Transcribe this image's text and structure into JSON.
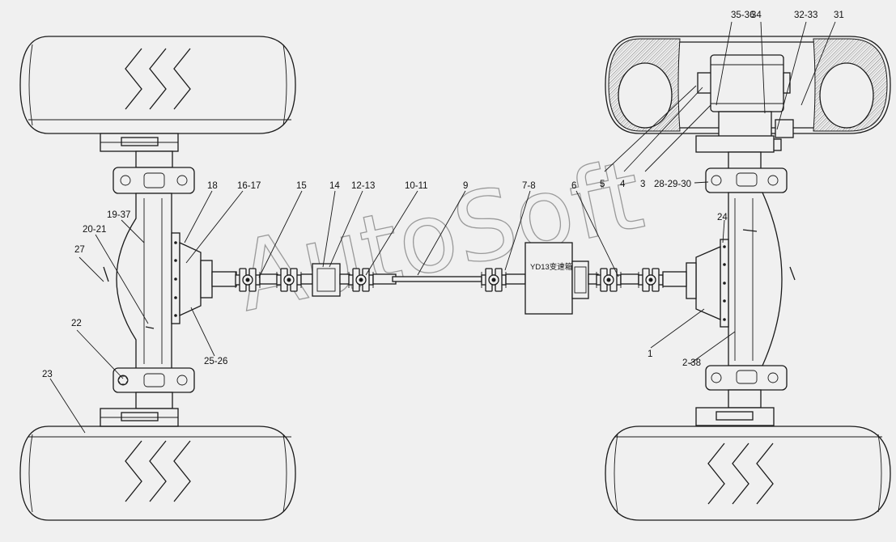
{
  "diagram": {
    "gearbox_label": "YD13变速箱",
    "watermark": "AutoSoft",
    "callouts": [
      {
        "id": "c-35-36",
        "text": "35-36"
      },
      {
        "id": "c-34",
        "text": "34"
      },
      {
        "id": "c-32-33",
        "text": "32-33"
      },
      {
        "id": "c-31",
        "text": "31"
      },
      {
        "id": "c-5",
        "text": "5"
      },
      {
        "id": "c-4",
        "text": "4"
      },
      {
        "id": "c-3",
        "text": "3"
      },
      {
        "id": "c-28-29-30",
        "text": "28-29-30"
      },
      {
        "id": "c-24",
        "text": "24"
      },
      {
        "id": "c-6",
        "text": "6"
      },
      {
        "id": "c-7-8",
        "text": "7-8"
      },
      {
        "id": "c-9",
        "text": "9"
      },
      {
        "id": "c-10-11",
        "text": "10-11"
      },
      {
        "id": "c-12-13",
        "text": "12-13"
      },
      {
        "id": "c-14",
        "text": "14"
      },
      {
        "id": "c-15",
        "text": "15"
      },
      {
        "id": "c-16-17",
        "text": "16-17"
      },
      {
        "id": "c-18",
        "text": "18"
      },
      {
        "id": "c-19-37",
        "text": "19-37"
      },
      {
        "id": "c-20-21",
        "text": "20-21"
      },
      {
        "id": "c-27",
        "text": "27"
      },
      {
        "id": "c-22",
        "text": "22"
      },
      {
        "id": "c-25-26",
        "text": "25-26"
      },
      {
        "id": "c-23",
        "text": "23"
      },
      {
        "id": "c-1",
        "text": "1"
      },
      {
        "id": "c-2-38",
        "text": "2-38"
      }
    ]
  }
}
